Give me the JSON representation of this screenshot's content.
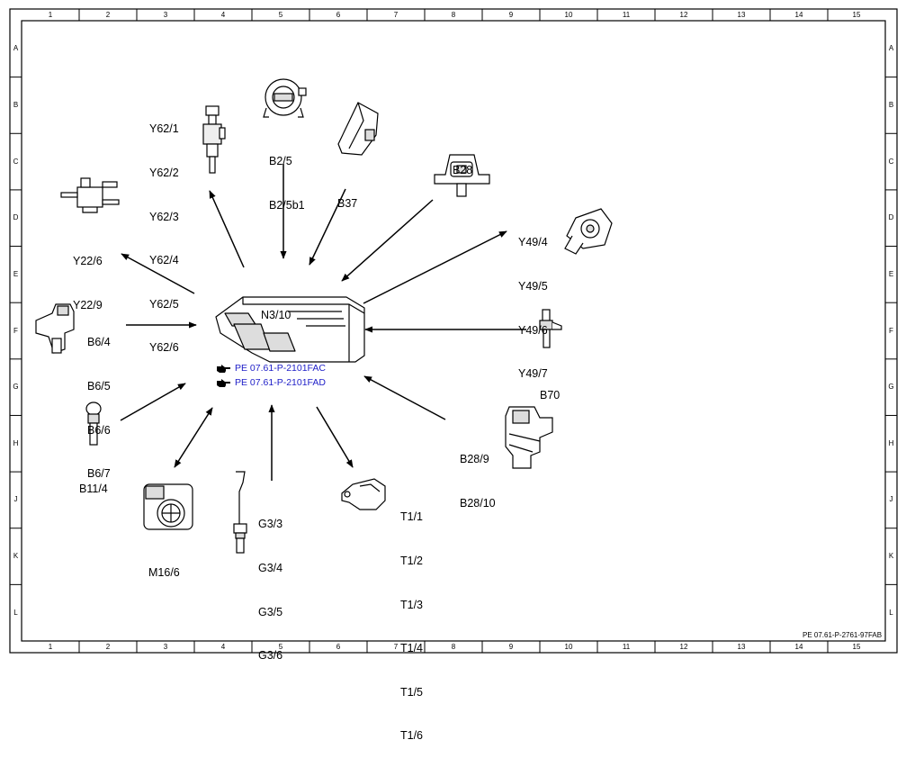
{
  "grid": {
    "columns": [
      "1",
      "2",
      "3",
      "4",
      "5",
      "6",
      "7",
      "8",
      "9",
      "10",
      "11",
      "12",
      "13",
      "14",
      "15"
    ],
    "rows": [
      "A",
      "B",
      "C",
      "D",
      "E",
      "F",
      "G",
      "H",
      "J",
      "K",
      "L"
    ]
  },
  "center": {
    "label": "N3/10",
    "refs": [
      "PE 07.61-P-2101FAC",
      "PE 07.61-P-2101FAD"
    ]
  },
  "components": {
    "y62": [
      "Y62/1",
      "Y62/2",
      "Y62/3",
      "Y62/4",
      "Y62/5",
      "Y62/6"
    ],
    "b25": [
      "B2/5",
      "B2/5b1"
    ],
    "b37": [
      "B37"
    ],
    "b28": [
      "B28"
    ],
    "y49": [
      "Y49/4",
      "Y49/5",
      "Y49/6",
      "Y49/7"
    ],
    "y22": [
      "Y22/6",
      "Y22/9"
    ],
    "b6": [
      "B6/4",
      "B6/5",
      "B6/6",
      "B6/7"
    ],
    "b70": [
      "B70"
    ],
    "b11": [
      "B11/4"
    ],
    "b289": [
      "B28/9",
      "B28/10"
    ],
    "m16": [
      "M16/6"
    ],
    "g3": [
      "G3/3",
      "G3/4",
      "G3/5",
      "G3/6"
    ],
    "t1": [
      "T1/1",
      "T1/2",
      "T1/3",
      "T1/4",
      "T1/5",
      "T1/6"
    ]
  },
  "footer": "PE 07.61-P-2761-97FAB"
}
